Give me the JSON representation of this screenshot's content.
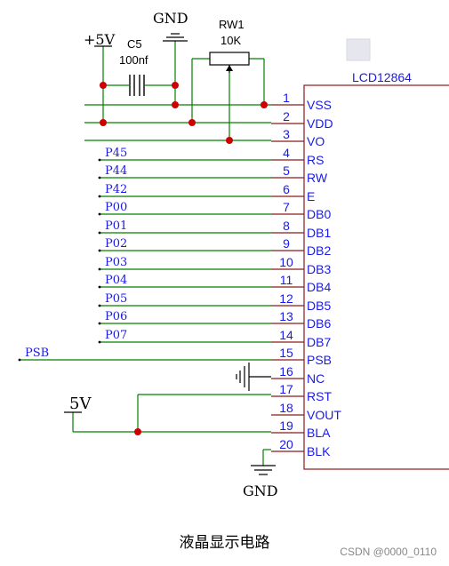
{
  "colors": {
    "wire": "#008000",
    "junction": "#cc0000",
    "ic_body": "#8b1a1a",
    "pin_name": "#1a1ae6",
    "pin_number": "#1a1ae6",
    "net_label": "#1a1ae6",
    "component": "#000000"
  },
  "power": {
    "gnd_top": "GND",
    "vcc_top": "+5V",
    "vcc_left": "5V",
    "gnd_bottom": "GND"
  },
  "capacitor": {
    "ref": "C5",
    "value": "100nf"
  },
  "potentiometer": {
    "ref": "RW1",
    "value": "10K"
  },
  "ic": {
    "name": "LCD12864"
  },
  "pins": [
    {
      "num": "1",
      "name": "VSS",
      "net": ""
    },
    {
      "num": "2",
      "name": "VDD",
      "net": ""
    },
    {
      "num": "3",
      "name": "VO",
      "net": ""
    },
    {
      "num": "4",
      "name": "RS",
      "net": "P45"
    },
    {
      "num": "5",
      "name": "RW",
      "net": "P44"
    },
    {
      "num": "6",
      "name": "E",
      "net": "P42"
    },
    {
      "num": "7",
      "name": "DB0",
      "net": "P00"
    },
    {
      "num": "8",
      "name": "DB1",
      "net": "P01"
    },
    {
      "num": "9",
      "name": "DB2",
      "net": "P02"
    },
    {
      "num": "10",
      "name": "DB3",
      "net": "P03"
    },
    {
      "num": "11",
      "name": "DB4",
      "net": "P04"
    },
    {
      "num": "12",
      "name": "DB5",
      "net": "P05"
    },
    {
      "num": "13",
      "name": "DB6",
      "net": "P06"
    },
    {
      "num": "14",
      "name": "DB7",
      "net": "P07"
    },
    {
      "num": "15",
      "name": "PSB",
      "net": "PSB"
    },
    {
      "num": "16",
      "name": "NC",
      "net": ""
    },
    {
      "num": "17",
      "name": "RST",
      "net": ""
    },
    {
      "num": "18",
      "name": "VOUT",
      "net": ""
    },
    {
      "num": "19",
      "name": "BLA",
      "net": ""
    },
    {
      "num": "20",
      "name": "BLK",
      "net": ""
    }
  ],
  "caption": "液晶显示电路",
  "watermark": "CSDN @0000_0110"
}
